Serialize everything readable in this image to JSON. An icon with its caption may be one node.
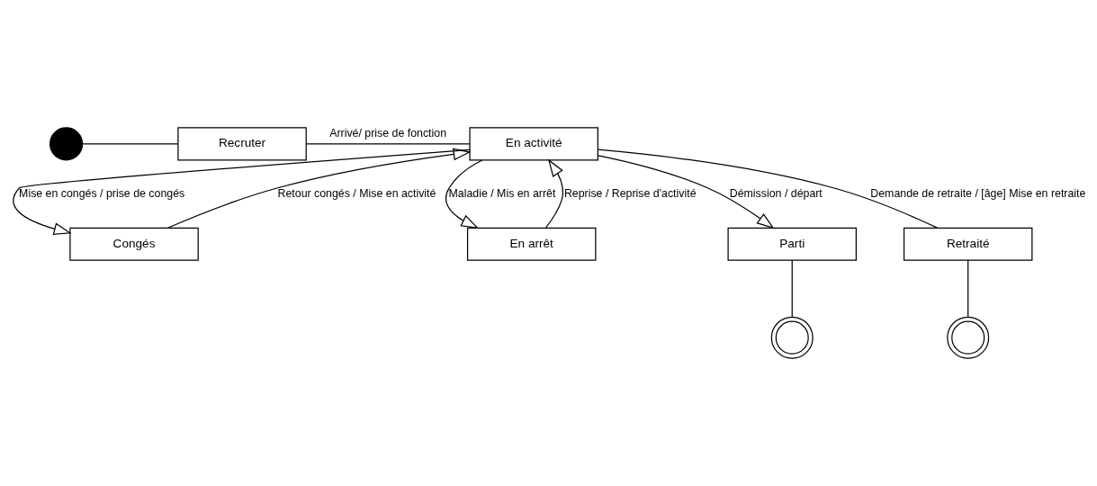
{
  "diagram": {
    "nodes": [
      {
        "text": [],
        "shape": "circle"
      },
      {
        "text": [
          "Recruter"
        ]
      },
      {
        "text": [
          "En activité"
        ]
      },
      {
        "text": [
          "Congés"
        ]
      },
      {
        "text": [
          "En arrêt"
        ]
      },
      {
        "text": [
          "Parti"
        ]
      },
      {
        "text": [
          "Retraité"
        ]
      },
      {
        "text": [],
        "shape": "circle"
      },
      {
        "text": [],
        "shape": "circle"
      }
    ],
    "edges": [
      {
        "from": 0,
        "to": 1,
        "arrow": "none"
      },
      {
        "from": 1,
        "to": 2,
        "arrow": "none",
        "label": "Arrivé/ prise de fonction"
      },
      {
        "from": 2,
        "to": 3,
        "arrow": "to",
        "label": "Mise en congés / prise de congés"
      },
      {
        "from": 3,
        "to": 2,
        "arrow": "to",
        "label": "Retour congés / Mise en activité"
      },
      {
        "from": 2,
        "to": 4,
        "arrow": "to",
        "label": "Maladie / Mis en arrêt"
      },
      {
        "from": 4,
        "to": 2,
        "arrow": "to",
        "label": "Reprise / Reprise d'activité"
      },
      {
        "from": 2,
        "to": 5,
        "arrow": "to",
        "label": "Démission / départ"
      },
      {
        "from": 2,
        "to": 6,
        "arrow": "none",
        "label": "Demande de retraite / [âge] Mise en retraite"
      },
      {
        "from": 6,
        "to": 7,
        "arrow": "none"
      },
      {
        "from": 5,
        "to": 8,
        "arrow": "none"
      }
    ]
  }
}
